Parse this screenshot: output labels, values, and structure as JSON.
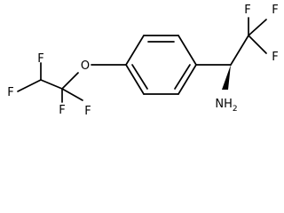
{
  "molecule": {
    "atoms": {
      "f_top_left": "F",
      "f_left": "F",
      "f_bottom_left": "F",
      "f_bottom_right": "F",
      "oxygen": "O",
      "f_top_right": "F",
      "f_right_upper": "F",
      "f_right_lower": "F",
      "amine": "NH",
      "amine_subscript": "2"
    }
  }
}
